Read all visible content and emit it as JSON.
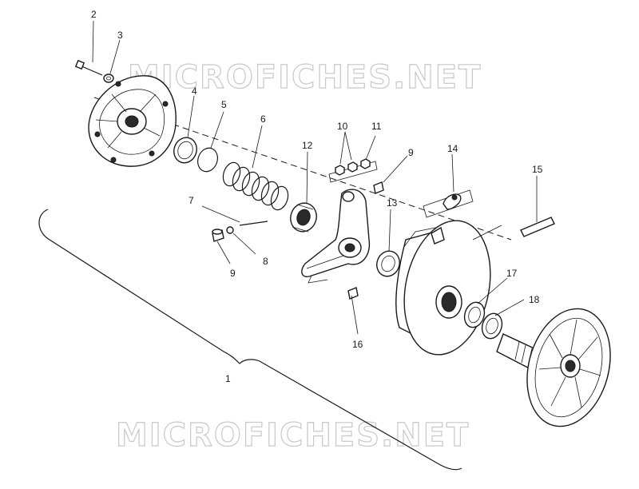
{
  "watermark": {
    "top": "MICROFICHES.NET",
    "bottom": "MICROFICHES.NET"
  },
  "callouts": {
    "c1": "1",
    "c2": "2",
    "c3": "3",
    "c4": "4",
    "c5": "5",
    "c6": "6",
    "c7": "7",
    "c8": "8",
    "c9a": "9",
    "c9b": "9",
    "c10": "10",
    "c11": "11",
    "c12": "12",
    "c13": "13",
    "c14": "14",
    "c15": "15",
    "c16": "16",
    "c17": "17",
    "c18": "18"
  }
}
